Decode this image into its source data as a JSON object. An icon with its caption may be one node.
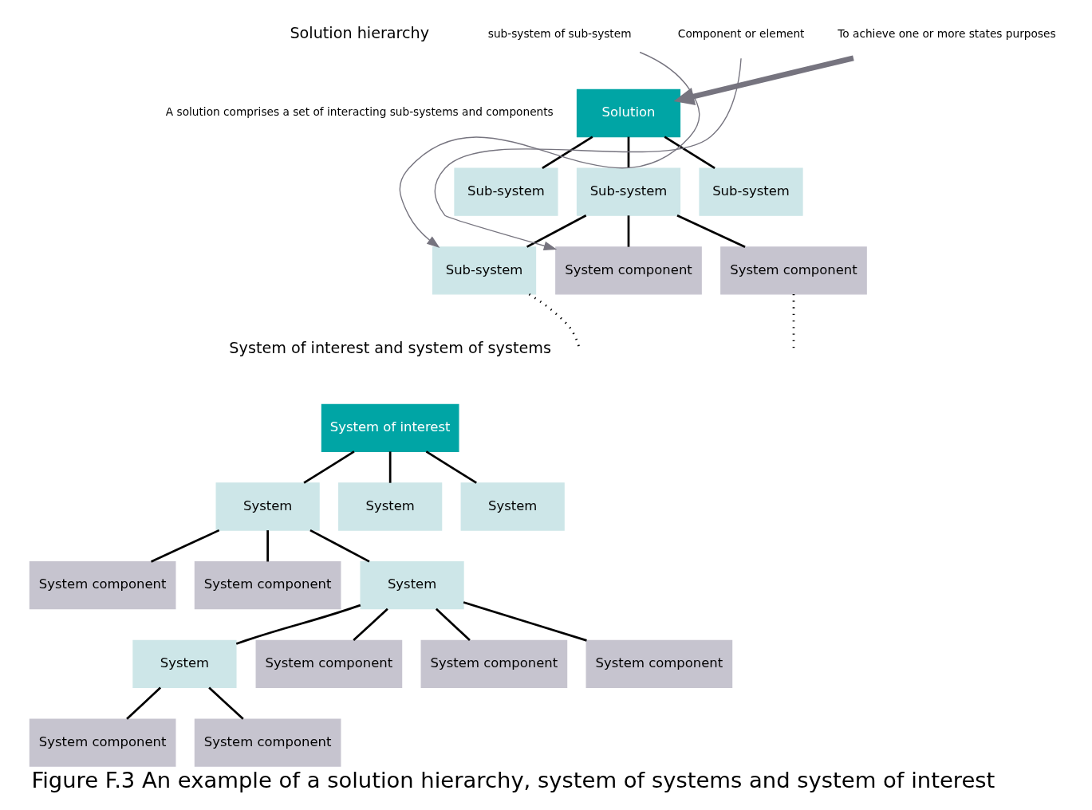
{
  "diagram": {
    "title": "Solution hierarchy",
    "caption": "Figure F.3 An example of a solution hierarchy, system of systems and system of interest",
    "nodes": [
      {
        "text": [
          "Solution"
        ]
      },
      {
        "text": [
          "Sub-system"
        ]
      },
      {
        "text": [
          "Sub-system"
        ]
      },
      {
        "text": [
          "Sub-system"
        ]
      },
      {
        "text": [
          "To achieve one or more states purposes"
        ]
      },
      {
        "text": [
          "Sub-system"
        ]
      },
      {
        "text": [
          "System component"
        ]
      },
      {
        "text": [
          "System component"
        ]
      },
      {
        "text": [
          "sub-system of sub-system"
        ]
      },
      {
        "text": [
          "Component or element"
        ]
      },
      {
        "text": [
          "System of interest"
        ]
      },
      {
        "text": [
          "System"
        ]
      },
      {
        "text": [
          "System"
        ]
      },
      {
        "text": [
          "System"
        ]
      },
      {
        "text": [
          "System component"
        ]
      },
      {
        "text": [
          "System component"
        ]
      },
      {
        "text": [
          "System"
        ]
      },
      {
        "text": [
          "System"
        ]
      },
      {
        "text": [
          "System component"
        ]
      },
      {
        "text": [
          "System component"
        ]
      },
      {
        "text": [
          "System component"
        ]
      },
      {
        "text": [
          "System component"
        ]
      },
      {
        "text": [
          "System component"
        ]
      }
    ],
    "edges": [
      {
        "from": 0,
        "to": 1,
        "arrow": "none"
      },
      {
        "from": 0,
        "to": 2,
        "arrow": "none"
      },
      {
        "from": 0,
        "to": 3,
        "arrow": "none"
      },
      {
        "from": 4,
        "to": 0,
        "arrow": "to",
        "style": "thick",
        "color": "#76747f"
      },
      {
        "from": 2,
        "to": 5,
        "arrow": "none"
      },
      {
        "from": 2,
        "to": 6,
        "arrow": "none"
      },
      {
        "from": 2,
        "to": 7,
        "arrow": "none"
      },
      {
        "from": 5,
        "to": null,
        "arrow": "none",
        "style": "dashed"
      },
      {
        "from": 6,
        "to": null,
        "arrow": "none",
        "style": "dashed"
      },
      {
        "from": 8,
        "to": 5,
        "arrow": "to",
        "color": "#76747f"
      },
      {
        "from": 9,
        "to": 7,
        "arrow": "to",
        "color": "#76747f"
      },
      {
        "from": 10,
        "to": 11,
        "arrow": "none"
      },
      {
        "from": 10,
        "to": 12,
        "arrow": "none"
      },
      {
        "from": 10,
        "to": 13,
        "arrow": "none"
      },
      {
        "from": 11,
        "to": 14,
        "arrow": "none"
      },
      {
        "from": 11,
        "to": 15,
        "arrow": "none"
      },
      {
        "from": 11,
        "to": 16,
        "arrow": "none"
      },
      {
        "from": 16,
        "to": 17,
        "arrow": "none"
      },
      {
        "from": 16,
        "to": 18,
        "arrow": "none"
      },
      {
        "from": 16,
        "to": 19,
        "arrow": "none"
      },
      {
        "from": 16,
        "to": 20,
        "arrow": "none"
      },
      {
        "from": 17,
        "to": 21,
        "arrow": "none"
      },
      {
        "from": 17,
        "to": 22,
        "arrow": "none"
      }
    ],
    "labels": [
      "A solution comprises a set of interacting sub-systems and components",
      "System of interest and system of systems"
    ]
  }
}
